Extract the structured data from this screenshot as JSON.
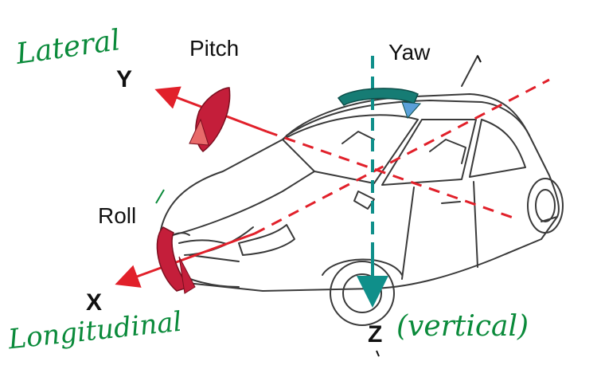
{
  "labels": {
    "pitch": "Pitch",
    "yaw": "Yaw",
    "roll": "Roll",
    "axis_x": "X",
    "axis_y": "Y",
    "axis_z": "Z"
  },
  "annotations": {
    "lateral": "Lateral",
    "longitudinal": "Longitudinal",
    "vertical": "(vertical)"
  },
  "colors": {
    "axis_line": "#e1202a",
    "vertical_axis": "#0f8f8a",
    "rotation_arrow": "#c41e3a",
    "yaw_arrow": "#167c74",
    "handwriting": "#0a8a3a",
    "car_outline": "#3a3a3a"
  },
  "icons": {
    "car": "car-line-drawing",
    "pitch_arrow": "curved-rotation-arrow",
    "yaw_arrow": "curved-rotation-arrow",
    "roll_arrow": "curved-rotation-arrow"
  }
}
